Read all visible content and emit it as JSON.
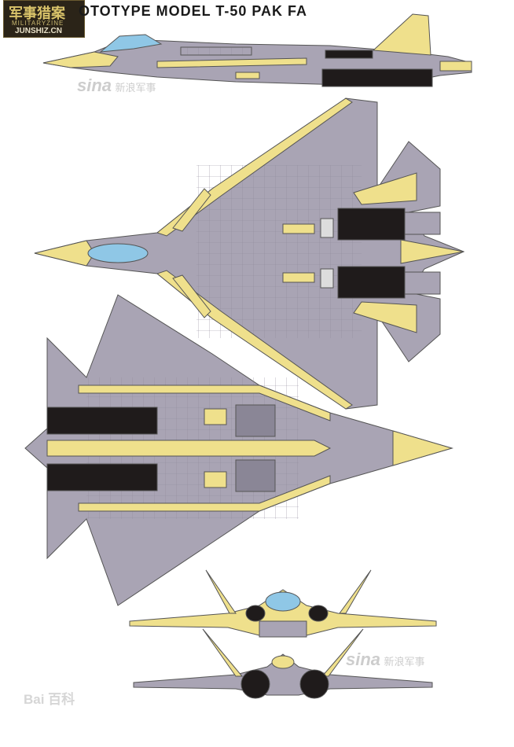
{
  "title": "OTOTYPE MODEL T-50 PAK FA",
  "logo": {
    "line1": "军事猎案",
    "line2": "MILITARYZINE",
    "line3": "JUNSHIZ.CN"
  },
  "watermark_top": {
    "brand": "sina",
    "text": "新浪军事"
  },
  "watermark_bottom": {
    "brand": "sina",
    "text": "新浪军事"
  },
  "baidu": {
    "text": "Bai 百科"
  },
  "colors": {
    "gray": "#a9a4b4",
    "yellow": "#efe08c",
    "dark": "#1f1b1b",
    "canopy": "#8fc7e6",
    "outline": "#555555"
  }
}
